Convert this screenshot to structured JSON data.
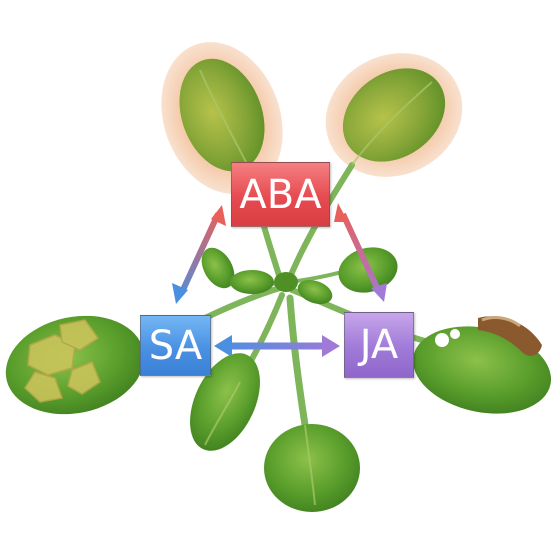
{
  "hormones": {
    "aba": {
      "label": "ABA",
      "color": "#e24b4f"
    },
    "sa": {
      "label": "SA",
      "color": "#4b8fe0"
    },
    "ja": {
      "label": "JA",
      "color": "#a07ad6"
    }
  },
  "interactions": [
    {
      "from": "aba",
      "to": "sa",
      "type": "bidirectional"
    },
    {
      "from": "aba",
      "to": "ja",
      "type": "bidirectional"
    },
    {
      "from": "sa",
      "to": "ja",
      "type": "bidirectional"
    }
  ],
  "colors": {
    "leaf": "#5a9e2c",
    "leaf_highlight": "#f4c9a8",
    "lesion": "#c9c45a",
    "necrosis": "#8a5a2e"
  }
}
